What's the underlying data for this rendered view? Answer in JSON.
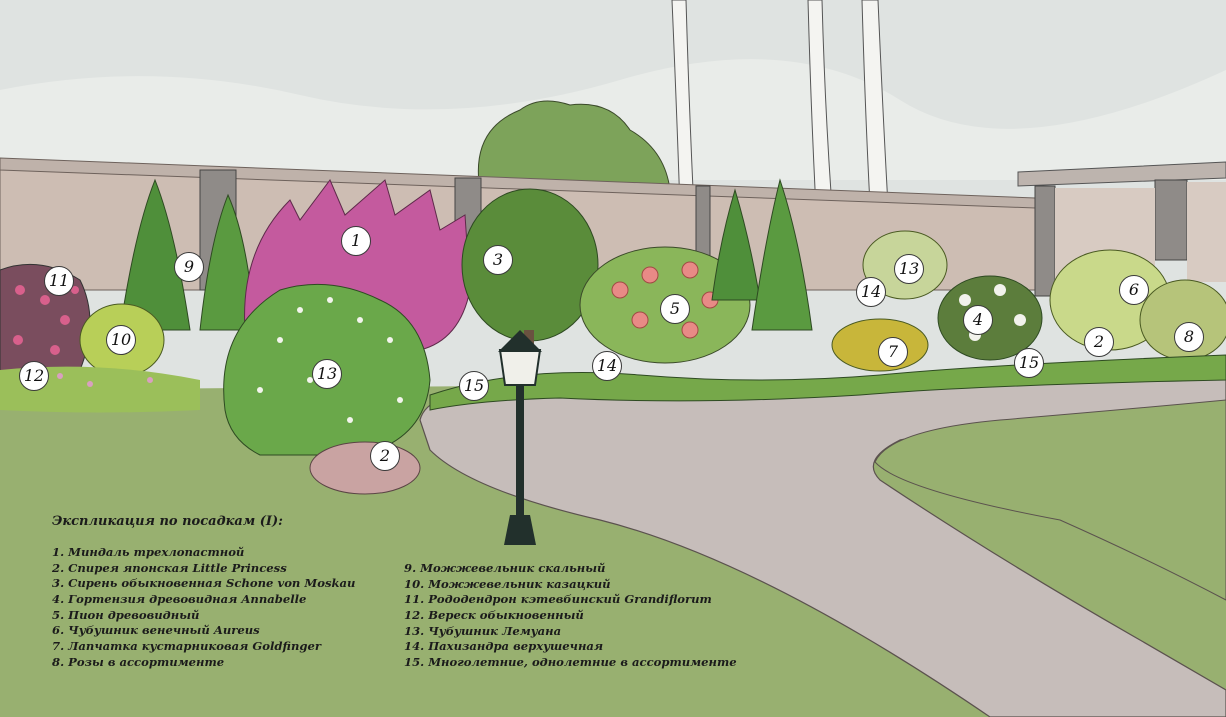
{
  "explication": {
    "title": "Экспликация по посадкам (I):",
    "items_left": [
      "1. Миндаль трехлопастной",
      "2. Спирея японская Little Princess",
      "3. Сирень обыкновенная Schone von Moskau",
      "4. Гортензия древовидная Annabelle",
      "5. Пион древовидный",
      "6. Чубушник венечный Aureus",
      "7. Лапчатка кустарниковая Goldfinger",
      "8. Розы в ассортименте"
    ],
    "items_right": [
      "9. Можжевельник скальный",
      "10. Можжевельник казацкий",
      "11. Рододендрон кэтевбинский Grandiflorum",
      "12. Вереск обыкновенный",
      "13. Чубушник Лемуана",
      "14. Пахизандра верхушечная",
      "15. Многолетние, однолетние в ассортименте"
    ]
  },
  "markers": [
    "1",
    "2",
    "2",
    "3",
    "4",
    "5",
    "6",
    "7",
    "8",
    "9",
    "10",
    "11",
    "12",
    "13",
    "13",
    "14",
    "14",
    "15",
    "15"
  ],
  "colors": {
    "sky": "#dfe3e1",
    "wall": "#cdbdb3",
    "lawn": "#98b070",
    "path": "#c6bdba",
    "almond_pink": "#c45a9e",
    "conifer": "#4f8f3a"
  }
}
